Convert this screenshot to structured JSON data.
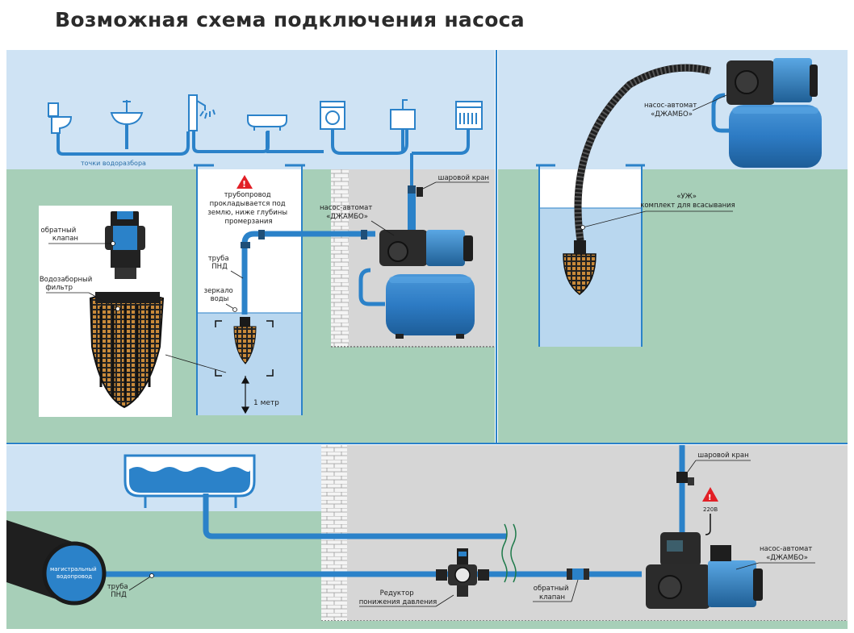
{
  "title": "Возможная схема подключения насоса",
  "labels": {
    "points": "точки водоразбора",
    "warning_text": [
      "трубопровод",
      "прокладывается под",
      "землю, ниже глубины",
      "промерзания"
    ],
    "pipe_pnd": [
      "труба",
      "ПНД"
    ],
    "water_mirror": [
      "зеркало",
      "воды"
    ],
    "one_meter": "1 метр",
    "check_valve": [
      "обратный",
      "клапан"
    ],
    "intake_filter": [
      "Водозаборный",
      "фильтр"
    ],
    "ball_valve": "шаровой кран",
    "pump_auto": [
      "насос-автомат",
      "«ДЖАМБО»"
    ],
    "kit_uzh": [
      "«УЖ»",
      "комплект для всасывания"
    ],
    "main_pipe": [
      "магистральный",
      "водопровод"
    ],
    "reducer": [
      "Редуктор",
      "понижения давления"
    ],
    "voltage": "220В"
  },
  "colors": {
    "sky": "#cfe3f4",
    "ground": "#a7cfb8",
    "indoor": "#d6d6d6",
    "pipe": "#2b82c9",
    "pipe_dark": "#1f5f95",
    "water": "#b9d7ef",
    "tank": "#2d7bc4",
    "pump": "#2c2c2c",
    "divider": "#2b82c9"
  }
}
